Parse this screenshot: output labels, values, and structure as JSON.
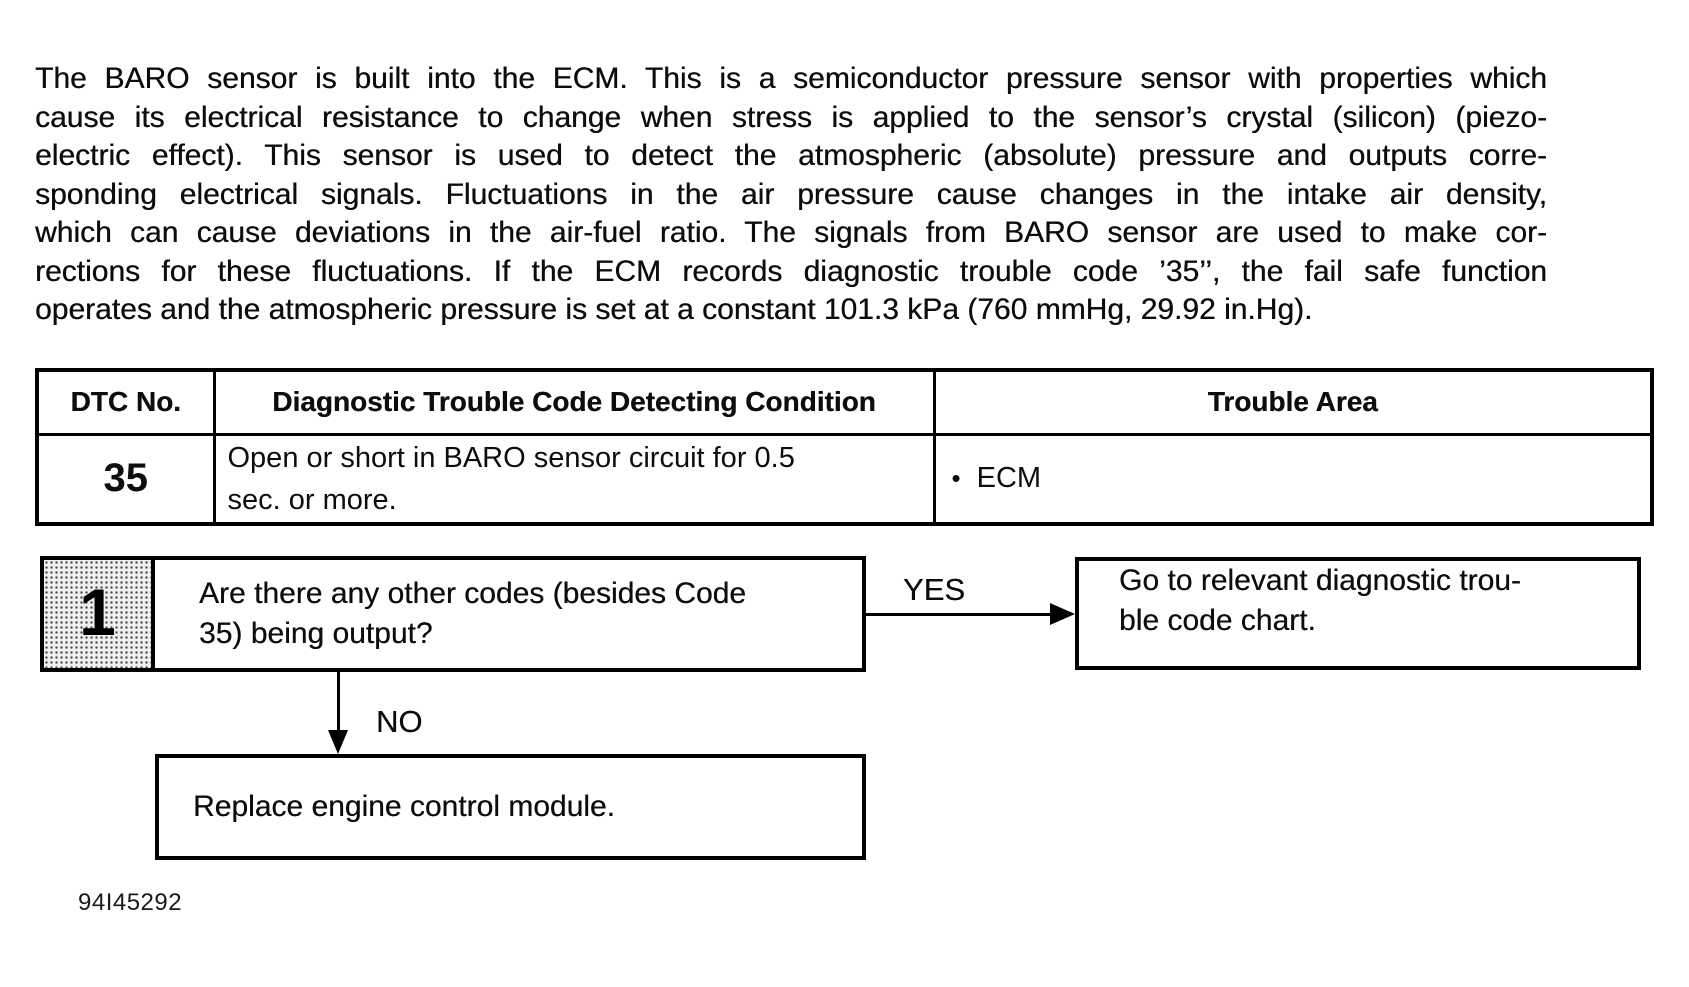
{
  "intro": {
    "lines": [
      "The BARO sensor is built into the ECM. This is a semiconductor pressure sensor with properties which",
      "cause its electrical resistance to change when stress is applied to the sensor’s crystal (silicon) (piezo-",
      "electric effect). This sensor is used to detect the atmospheric (absolute) pressure and outputs corre-",
      "sponding electrical signals. Fluctuations in the air pressure cause changes in the intake air density,",
      "which can cause deviations in the air-fuel ratio. The signals from BARO sensor are used to make cor-",
      "rections for these fluctuations. If the ECM records diagnostic trouble code ’35’’, the fail safe function",
      "operates and the atmospheric pressure is set at a constant 101.3 kPa (760 mmHg, 29.92 in.Hg)."
    ]
  },
  "dtc_table": {
    "headers": {
      "dtc_no": "DTC No.",
      "condition": "Diagnostic Trouble Code Detecting Condition",
      "trouble_area": "Trouble Area"
    },
    "row": {
      "dtc_no": "35",
      "condition_lines": [
        "Open or short in BARO sensor circuit for 0.5",
        "sec. or more."
      ],
      "trouble_area_bullet": "•",
      "trouble_area": "ECM"
    }
  },
  "flowchart": {
    "step": {
      "number": "1",
      "question_lines": [
        "Are there any other codes (besides Code",
        "35) being output?"
      ]
    },
    "yes_branch": {
      "label": "YES",
      "result_lines": [
        "Go to relevant diagnostic trou-",
        "ble code chart."
      ]
    },
    "no_branch": {
      "label": "NO",
      "result": "Replace engine control module."
    }
  },
  "footer": {
    "fiche_code": "94I45292"
  }
}
